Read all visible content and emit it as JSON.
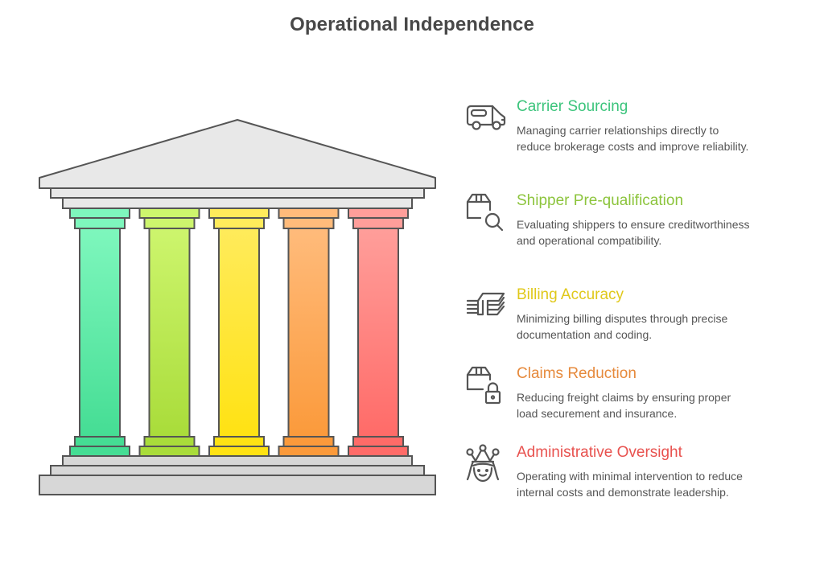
{
  "title": "Operational Independence",
  "pillars": [
    {
      "heading": "Carrier Sourcing",
      "description": "Managing carrier relationships directly to reduce brokerage costs and improve reliability.",
      "icon": "van-icon",
      "color": "#3cc47c",
      "light": "#7ef7bd",
      "dark": "#45dd94"
    },
    {
      "heading": "Shipper Pre-qualification",
      "description": "Evaluating shippers to ensure creditworthiness and operational compatibility.",
      "icon": "package-search-icon",
      "color": "#8cc43c",
      "light": "#cdf56d",
      "dark": "#a9dc3a"
    },
    {
      "heading": "Billing Accuracy",
      "description": "Minimizing billing disputes through precise documentation and coding.",
      "icon": "money-stack-icon",
      "color": "#e0c81a",
      "light": "#ffeb5b",
      "dark": "#ffe213"
    },
    {
      "heading": "Claims Reduction",
      "description": "Reducing freight claims by ensuring proper load securement and insurance.",
      "icon": "package-lock-icon",
      "color": "#e68a3c",
      "light": "#ffbb7b",
      "dark": "#fb9a3b"
    },
    {
      "heading": "Administrative Oversight",
      "description": "Operating with minimal intervention to reduce internal costs and demonstrate leadership.",
      "icon": "queen-crown-icon",
      "color": "#e8524f",
      "light": "#ff9e9a",
      "dark": "#ff6b68"
    }
  ],
  "colors": {
    "stone_top": "#e8e8e8",
    "stone_bottom": "#d7d7d7",
    "outline": "#555555",
    "title": "#484848",
    "text": "#555555"
  }
}
